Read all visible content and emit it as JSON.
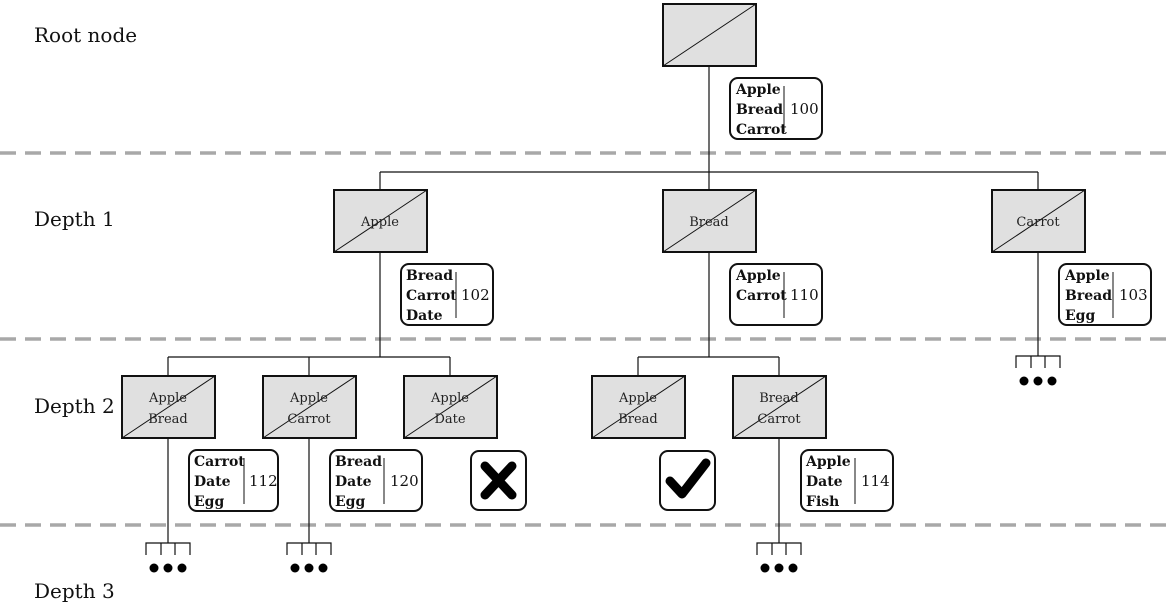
{
  "levels": [
    "Root node",
    "Depth 1",
    "Depth 2",
    "Depth 3"
  ],
  "nodes": [
    {
      "id": "root",
      "lines": []
    },
    {
      "id": "apple",
      "lines": [
        "Apple"
      ]
    },
    {
      "id": "bread",
      "lines": [
        "Bread"
      ]
    },
    {
      "id": "carrot",
      "lines": [
        "Carrot"
      ]
    },
    {
      "id": "apple-bread",
      "lines": [
        "Apple",
        "Bread"
      ]
    },
    {
      "id": "apple-carrot",
      "lines": [
        "Apple",
        "Carrot"
      ]
    },
    {
      "id": "apple-date",
      "lines": [
        "Apple",
        "Date"
      ]
    },
    {
      "id": "bread-apple-bread",
      "lines": [
        "Apple",
        "Bread"
      ]
    },
    {
      "id": "bread-carrot",
      "lines": [
        "Bread",
        "Carrot"
      ]
    }
  ],
  "info_boxes": [
    {
      "id": "root",
      "items": [
        "Apple",
        "Bread",
        "Carrot"
      ],
      "count": "100"
    },
    {
      "id": "apple",
      "items": [
        "Bread",
        "Carrot",
        "Date"
      ],
      "count": "102"
    },
    {
      "id": "bread",
      "items": [
        "Apple",
        "Carrot"
      ],
      "count": "110"
    },
    {
      "id": "carrot",
      "items": [
        "Apple",
        "Bread",
        "Egg"
      ],
      "count": "103"
    },
    {
      "id": "apple-bread",
      "items": [
        "Carrot",
        "Date",
        "Egg"
      ],
      "count": "112"
    },
    {
      "id": "apple-carrot",
      "items": [
        "Bread",
        "Date",
        "Egg"
      ],
      "count": "120"
    },
    {
      "id": "bread-carrot",
      "items": [
        "Apple",
        "Date",
        "Fish"
      ],
      "count": "114"
    }
  ],
  "markers": [
    {
      "id": "apple-date",
      "type": "cross",
      "icon": "cross-icon"
    },
    {
      "id": "bread-apple-bread",
      "type": "check",
      "icon": "check-icon"
    }
  ],
  "colors": {
    "node_fill": "#e0e0e0",
    "separator": "#a8a8a8",
    "line": "#111111"
  }
}
